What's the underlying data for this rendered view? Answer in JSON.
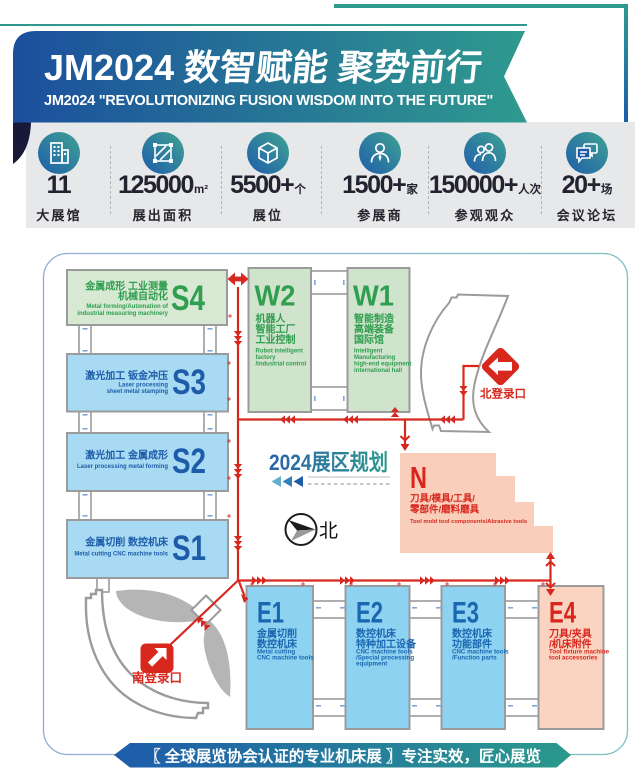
{
  "header": {
    "logo": "JM2024",
    "title_cn": "数智赋能  聚势前行",
    "subtitle": "JM2024  \"REVOLUTIONIZING FUSION WISDOM INTO THE FUTURE\"",
    "accent_blue": "#1c4f9d",
    "accent_teal": "#2f9a8f"
  },
  "stats": [
    {
      "icon": "building-icon",
      "value": "11",
      "suffix": "",
      "label": "大展馆"
    },
    {
      "icon": "area-icon",
      "value": "125000",
      "suffix": "m²",
      "label": "展出面积"
    },
    {
      "icon": "booth-icon",
      "value": "5500+",
      "suffix": "个",
      "label": "展位"
    },
    {
      "icon": "exhibitor-icon",
      "value": "1500+",
      "suffix": "家",
      "label": "参展商"
    },
    {
      "icon": "visitor-icon",
      "value": "150000+",
      "suffix": "人次",
      "label": "参观观众"
    },
    {
      "icon": "forum-icon",
      "value": "20+",
      "suffix": "场",
      "label": "会议论坛"
    }
  ],
  "map": {
    "title": "2024展区规划",
    "compass_label": "北",
    "north_entrance_label": "北登录口",
    "south_entrance_label": "南登录口",
    "road_color": "#d7281f",
    "halls": [
      {
        "id": "S4",
        "cn1": "金属成形  工业测量",
        "cn2": "机械自动化",
        "en1": "Metal forming/Automation of",
        "en2": "industrial measuring machinery"
      },
      {
        "id": "S3",
        "cn1": "激光加工  钣金冲压",
        "en1": "Laser processing",
        "en2": "sheet metal stamping"
      },
      {
        "id": "S2",
        "cn1": "激光加工  金属成形",
        "en1": "Laser processing metal forming"
      },
      {
        "id": "S1",
        "cn1": "金属切削  数控机床",
        "en1": "Metal cutting CNC machine tools"
      },
      {
        "id": "W2",
        "cn1": "机器人",
        "cn2": "智能工厂",
        "cn3": "工业控制",
        "en1": "Robot intelligent",
        "en2": "factory",
        "en3": "/industrial control"
      },
      {
        "id": "W1",
        "cn1": "智能制造",
        "cn2": "高端装备",
        "cn3": "国际馆",
        "en1": "Intelligent",
        "en2": "Manufacturing",
        "en3": "high-end equipment",
        "en4": "international hall"
      },
      {
        "id": "N",
        "cn1": "刀具/模具/工具/",
        "cn2": "零部件/磨料磨具",
        "en1": "Tool mold tool components/Abrasive tools"
      },
      {
        "id": "E1",
        "cn1": "金属切削",
        "cn2": "数控机床",
        "en1": "Metal cutting",
        "en2": "CNC machine tools"
      },
      {
        "id": "E2",
        "cn1": "数控机床",
        "cn2": "特种加工设备",
        "en1": "CNC machine tools",
        "en2": "/Special processing",
        "en3": "equipment"
      },
      {
        "id": "E3",
        "cn1": "数控机床",
        "cn2": "功能部件",
        "en1": "CNC machine tools",
        "en2": "/Function parts"
      },
      {
        "id": "E4",
        "cn1": "刀具/夹具",
        "cn2": "/机床附件",
        "en1": "Tool fixture machine",
        "en2": "tool accessories"
      }
    ]
  },
  "footer": {
    "text": "〖 全球展览协会认证的专业机床展 〗专注实效，匠心展览"
  }
}
